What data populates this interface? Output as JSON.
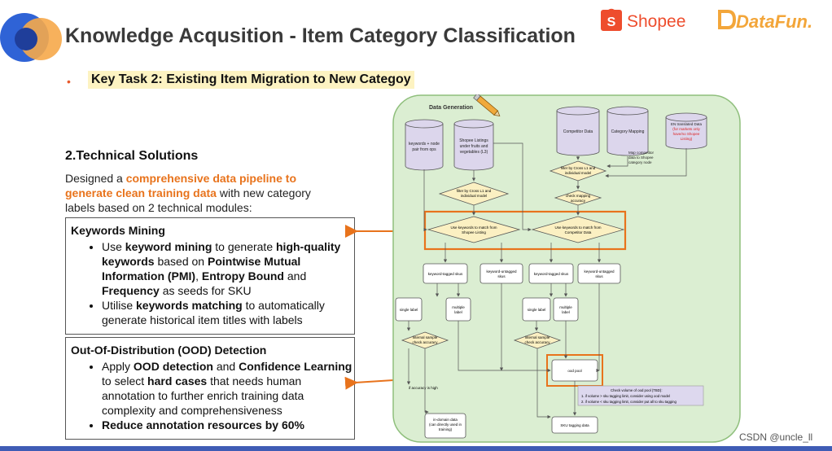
{
  "header": {
    "title": "Knowledge Acqusition - Item Category Classification",
    "shopee_logo_text": "Shopee",
    "datafun_logo_text": "DataFun."
  },
  "key_task": "Key Task 2: Existing Item Migration to New Categoy",
  "technical": {
    "heading": "2.Technical Solutions",
    "desc_pre": "Designed a ",
    "desc_highlight": "comprehensive data pipeline to generate clean training data",
    "desc_post": " with new category labels based on 2 technical modules:"
  },
  "keywords_mining": {
    "title": "Keywords Mining",
    "item1": {
      "t1": "Use ",
      "b1": "keyword mining",
      "t2": " to generate ",
      "b2": "high-quality keywords",
      "t3": " based on ",
      "b3": "Pointwise Mutual Information (PMI)",
      "t4": ", ",
      "b4": "Entropy Bound",
      "t5": " and ",
      "b5": "Frequency",
      "t6": " as seeds for SKU"
    },
    "item2": {
      "t1": "Utilise ",
      "b1": "keywords matching",
      "t2": " to automatically generate historical item titles with labels"
    }
  },
  "ood": {
    "title": "Out-Of-Distribution (OOD) Detection",
    "item1": {
      "t1": "Apply ",
      "b1": "OOD detection",
      "t2": " and ",
      "b2": "Confidence Learning",
      "t3": " to select ",
      "b3": "hard cases",
      "t4": " that needs human annotation to further enrich training data complexity and comprehensiveness"
    },
    "item2": "Reduce annotation resources by 60%"
  },
  "diagram": {
    "title": "Data Generation",
    "src1": [
      "keywords + node",
      "pair from ops"
    ],
    "src2": [
      "Shopee Listings",
      "under fruits and",
      "vegetables (L3)"
    ],
    "src3": "Competitor Data",
    "src4": "Category Mapping",
    "src5": "EN translated Data",
    "src5_note": [
      "(for markets only",
      "have/no Shopee",
      "Listing)"
    ],
    "map_note": [
      "Map competitor",
      "data to Shopee",
      "category node"
    ],
    "filter1": [
      "filter by Cross L1 and",
      "individual model"
    ],
    "filter2": [
      "filter by Cross L1 and",
      "individual model"
    ],
    "check_mapping": [
      "check mapping",
      "accuracy"
    ],
    "kw_match1": [
      "Use keywords to match from",
      "Shopee Listing"
    ],
    "kw_match2": [
      "Use keywords to match from",
      "Competitor Data"
    ],
    "tagged1": "keyword-tagged skus",
    "untagged1": [
      "keyword-untagged",
      "skus"
    ],
    "tagged2": "keyword-tagged skus",
    "untagged2": [
      "keyword-untagged",
      "skus"
    ],
    "single1": "single label",
    "multiple1": [
      "multiple",
      "label"
    ],
    "single2": "single label",
    "multiple2": [
      "multiple",
      "label"
    ],
    "internal1": [
      "internal sample",
      "check accuracy"
    ],
    "internal2": [
      "internal sample",
      "check accuracy"
    ],
    "ood_pool": "ood pool",
    "accuracy_high": "if accuracy is high",
    "check_volume": [
      "Check volume of ood pool (TBD):",
      "1. if volume > sku tagging limit, consider using ood model",
      "2. if volume < sku tagging limit, consider put all to sku tagging"
    ],
    "in_domain": [
      "in-domain data",
      "(can directly used in",
      "training)"
    ],
    "sku_tagging": "SKU tagging data"
  },
  "watermark": "CSDN @uncle_ll",
  "colors": {
    "accent_orange": "#e8731c",
    "highlight_yellow": "#fdf3c2",
    "diagram_bg": "#dbeed2",
    "cylinder": "#dcd6ec",
    "diamond": "#fbf0c2"
  }
}
